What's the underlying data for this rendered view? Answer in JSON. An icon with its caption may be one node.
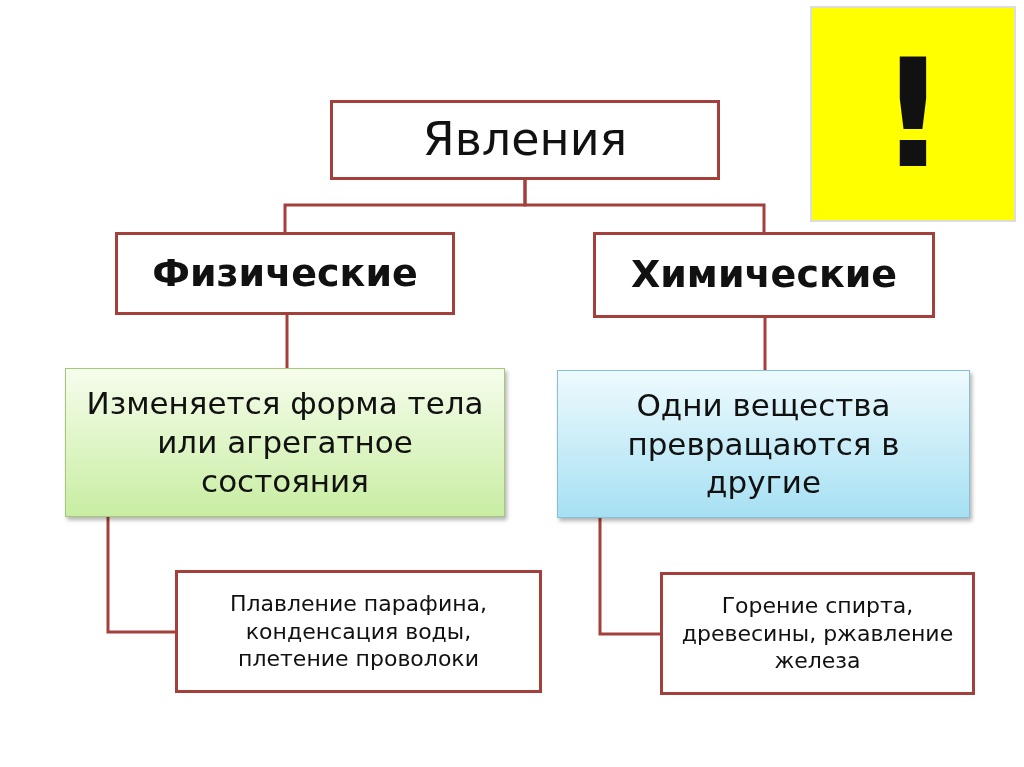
{
  "diagram": {
    "nodes": [
      {
        "text": [
          "Явления"
        ]
      },
      {
        "text": [
          "Физические"
        ]
      },
      {
        "text": [
          "Химические"
        ]
      },
      {
        "text": [
          "Изменяется форма тела или агрегатное состояния"
        ]
      },
      {
        "text": [
          "Одни вещества превращаются в другие"
        ]
      },
      {
        "text": [
          "Плавление парафина, конденсация воды, плетение проволоки"
        ]
      },
      {
        "text": [
          "Горение спирта, древесины, ржавление железа"
        ]
      },
      {
        "text": [
          "!"
        ]
      }
    ],
    "edges": [
      {
        "from": 0,
        "to": 1,
        "arrow": "none"
      },
      {
        "from": 0,
        "to": 2,
        "arrow": "none"
      },
      {
        "from": 1,
        "to": 3,
        "arrow": "none"
      },
      {
        "from": 2,
        "to": 4,
        "arrow": "none"
      },
      {
        "from": 3,
        "to": 5,
        "arrow": "none"
      },
      {
        "from": 4,
        "to": 6,
        "arrow": "none"
      }
    ]
  }
}
